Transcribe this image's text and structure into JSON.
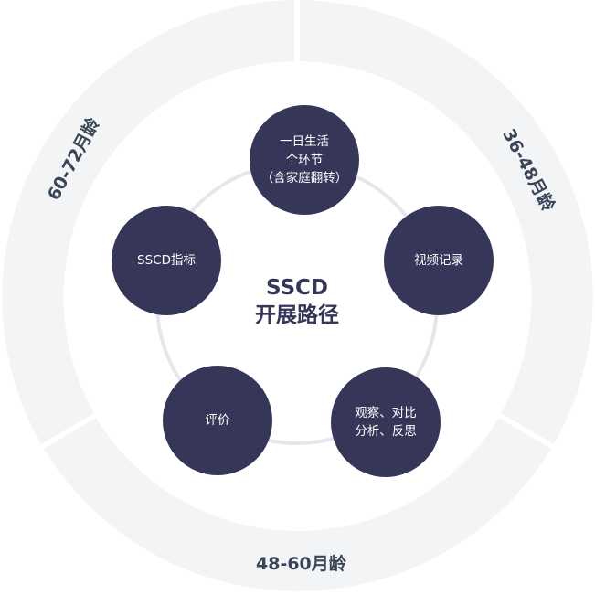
{
  "title": {
    "line1": "SSCD",
    "line2": "开展路径"
  },
  "age_groups": [
    "36-48月龄",
    "48-60月龄",
    "60-72月龄"
  ],
  "steps": [
    {
      "label": "一日生活\n个环节\n（含家庭翻转）"
    },
    {
      "label": "视频记录"
    },
    {
      "label": "观察、对比\n分析、反思"
    },
    {
      "label": "评价"
    },
    {
      "label": "SSCD指标"
    }
  ],
  "colors": {
    "node": "#363659",
    "ring": "#f3f4f6",
    "path": "#e6e7ec",
    "age_text": "#3a4658"
  }
}
